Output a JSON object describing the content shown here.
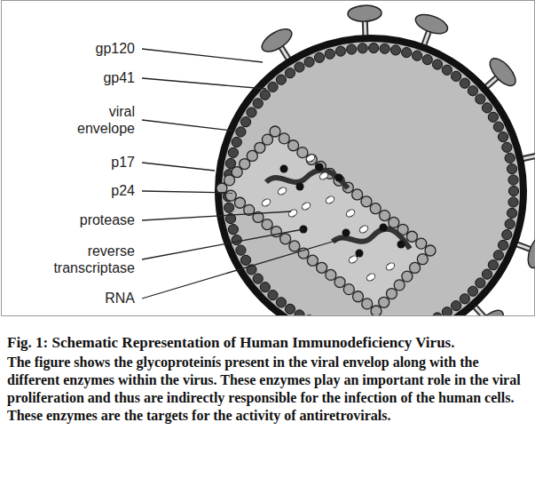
{
  "diagram": {
    "caption": "Fig. 1: Schematic Representation of Human Immunodeficiency Virus.",
    "labels": [
      "gp120",
      "gp41",
      "viral envelope",
      "p17",
      "p24",
      "protease",
      "reverse transcriptase",
      "RNA",
      "The figure shows the glycoproteinís present in the viral envelop along with the different enzymes within the virus. These enzymes play an important role in the viral proliferation and thus are indirectly responsible for the infection of the human cells. These enzymes are the targets for the activity of antiretrovirals."
    ]
  }
}
